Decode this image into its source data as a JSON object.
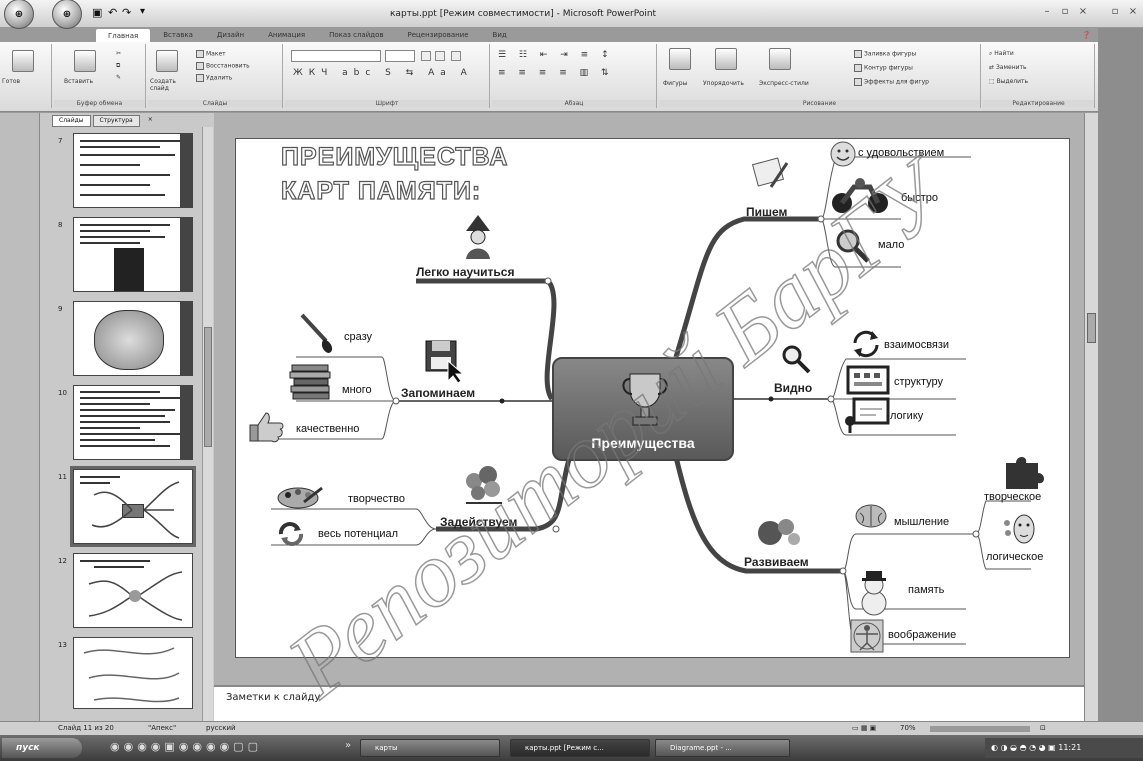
{
  "window": {
    "title": "карты.ppt [Режим совместимости] - Microsoft PowerPoint",
    "office_button": "",
    "min": "–",
    "max": "▫",
    "close": "×"
  },
  "ribbon": {
    "tabs": [
      "Главная",
      "Вставка",
      "Дизайн",
      "Анимация",
      "Показ слайдов",
      "Рецензирование",
      "Вид"
    ],
    "active_tab": 0,
    "clipboard": {
      "paste": "Вставить",
      "label": "Буфер обмена"
    },
    "slides": {
      "create": "Создать слайд",
      "layout": "Макет",
      "reset": "Восстановить",
      "delete": "Удалить",
      "label": "Слайды"
    },
    "font": {
      "label": "Шрифт"
    },
    "paragraph": {
      "label": "Абзац"
    },
    "drawing": {
      "shapes": "Фигуры",
      "arrange": "Упорядочить",
      "quick_styles": "Экспресс-стили",
      "fill": "Заливка фигуры",
      "outline": "Контур фигуры",
      "effects": "Эффекты для фигур",
      "label": "Рисование"
    },
    "editing": {
      "find": "Найти",
      "replace": "Заменить",
      "select": "Выделить",
      "label": "Редактирование"
    }
  },
  "panel": {
    "tabs": [
      "Слайды",
      "Структура"
    ],
    "close": "×",
    "slide_numbers": [
      "7",
      "8",
      "9",
      "10",
      "11",
      "12",
      "13"
    ],
    "selected_index": 4
  },
  "slide": {
    "title_line1": "ПРЕИМУЩЕСТВА",
    "title_line2": "КАРТ ПАМЯТИ:",
    "center": "Преимущества",
    "branches": {
      "learn": "Легко научиться",
      "remember": "Запоминаем",
      "engage": "Задействуем",
      "write": "Пишем",
      "see": "Видно",
      "develop": "Развиваем"
    },
    "leaves": {
      "at_once": "сразу",
      "much": "много",
      "quality": "качественно",
      "creativity": "творчество",
      "potential": "весь потенциал",
      "pleasure": "с удовольствием",
      "fast": "быстро",
      "little": "мало",
      "links": "взаимосвязи",
      "structure": "структуру",
      "logic": "логику",
      "thinking": "мышление",
      "creative": "творческое",
      "logical": "логическое",
      "memory": "память",
      "imagination": "воображение"
    }
  },
  "notes": {
    "placeholder": "Заметки к слайду"
  },
  "status": {
    "slide": "Слайд 11 из 20",
    "theme": "\"Апекс\"",
    "lang": "русский",
    "zoom": "70%"
  },
  "taskbar": {
    "start": "пуск",
    "items": [
      "карты",
      "карты.ppt [Режим с...",
      "Diagrame.ppt - ..."
    ],
    "tray": "11:21"
  },
  "watermark": "Репозиторий БарГУ"
}
